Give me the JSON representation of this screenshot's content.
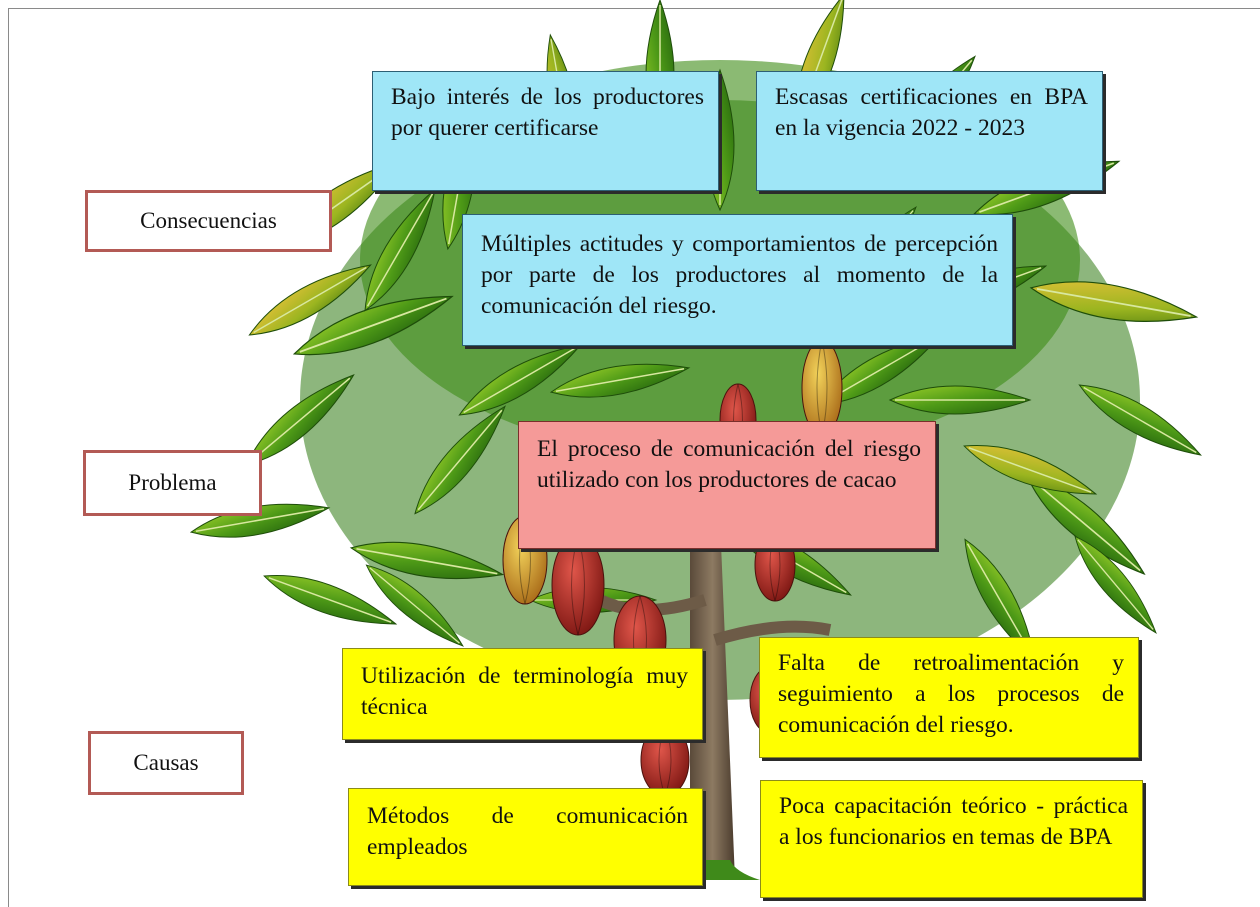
{
  "labels": {
    "consequences": "Consecuencias",
    "problem": "Problema",
    "causes": "Causas"
  },
  "consequences": [
    "Bajo interés de los productores por querer certificarse",
    "Escasas certificaciones en BPA en la vigencia 2022 - 2023",
    "Múltiples actitudes y comportamientos de percepción por parte de los productores al momento de la comunicación del riesgo."
  ],
  "problem": "El proceso de comunicación del riesgo utilizado con los productores de cacao",
  "causes": [
    "Utilización de terminología muy técnica",
    "Falta de retroalimentación y seguimiento a los procesos de comunicación del riesgo.",
    "Métodos de comunicación empleados",
    "Poca capacitación teórico - práctica a los funcionarios en temas de BPA"
  ],
  "colors": {
    "consequence_box": "#9fe6f7",
    "problem_box": "#f59a98",
    "cause_box": "#ffff00",
    "label_border": "#b35a55"
  }
}
